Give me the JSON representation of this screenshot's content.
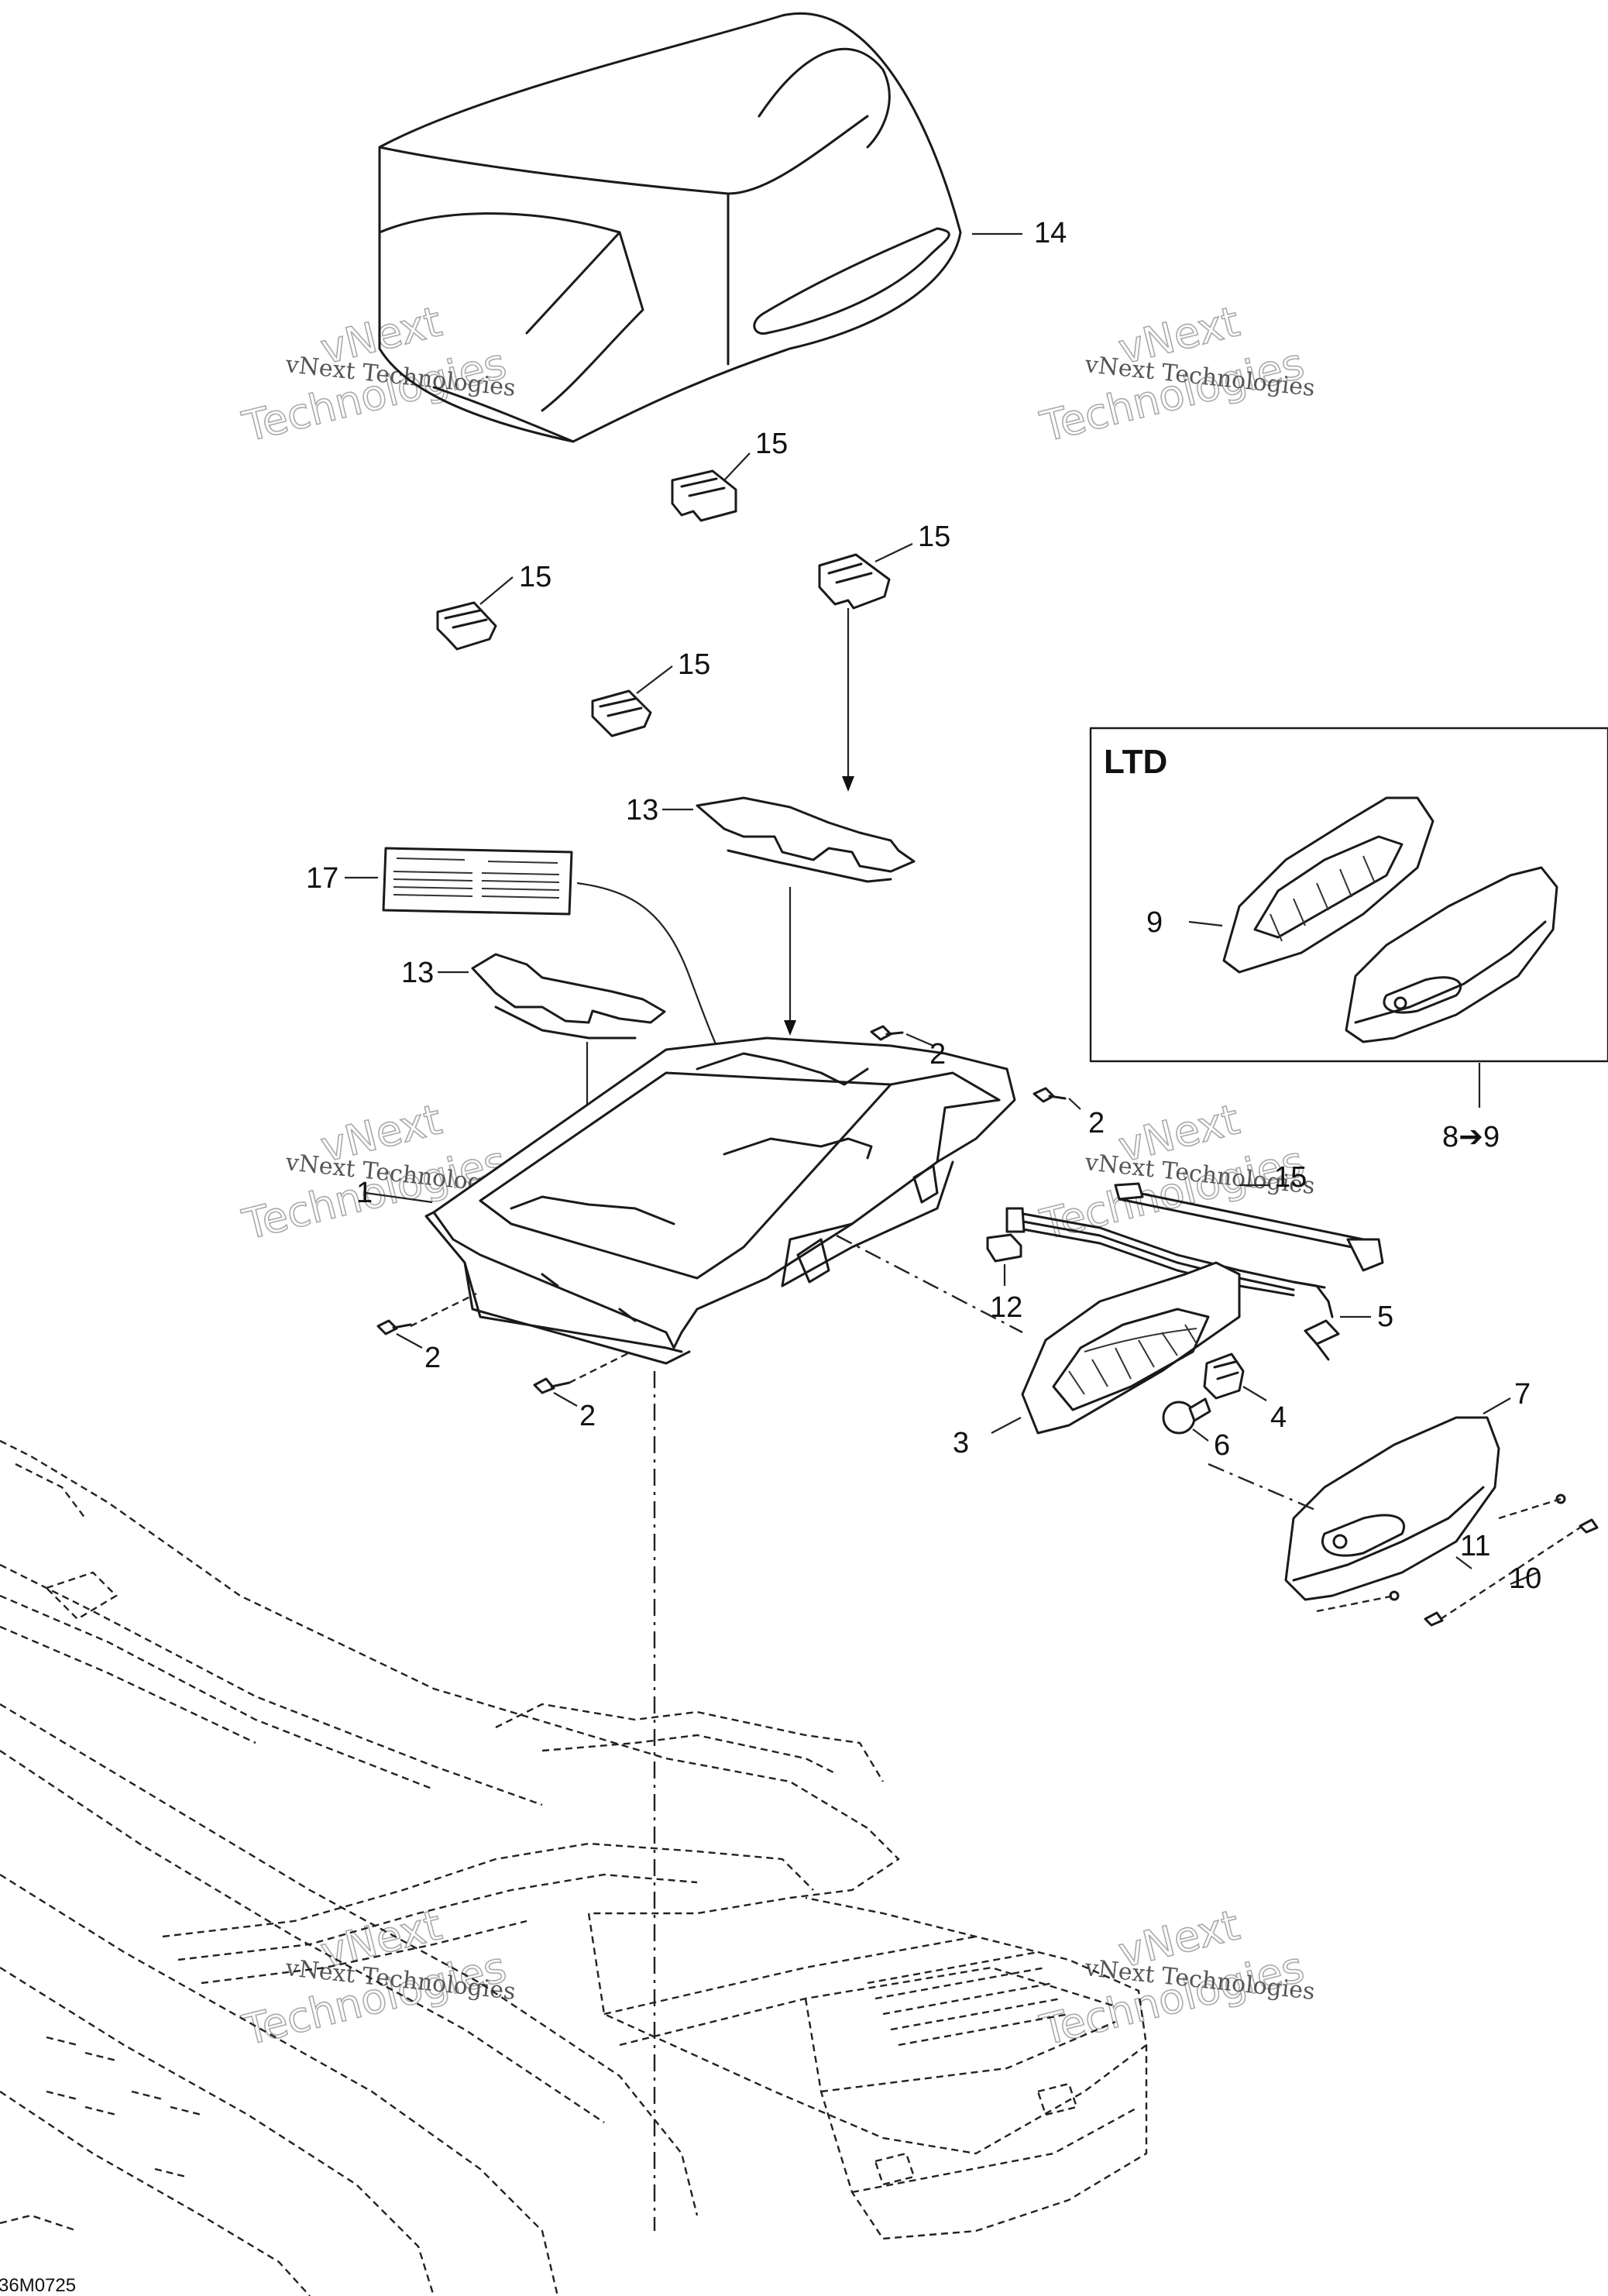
{
  "callouts": {
    "c1": "1",
    "c2a": "2",
    "c2b": "2",
    "c2c": "2",
    "c2d": "2",
    "c3": "3",
    "c4": "4",
    "c5": "5",
    "c6": "6",
    "c7": "7",
    "c9": "9",
    "c10": "10",
    "c11": "11",
    "c12": "12",
    "c13a": "13",
    "c13b": "13",
    "c14": "14",
    "c15a": "15",
    "c15b": "15",
    "c15c": "15",
    "c15d": "15",
    "c15e": "15",
    "c17": "17",
    "c89": "8➔9"
  },
  "inset_title": "LTD",
  "watermark": {
    "line1": "vNext",
    "line2": "Technologies",
    "small": "vNext Technologies"
  },
  "figure_code": "36M0725"
}
